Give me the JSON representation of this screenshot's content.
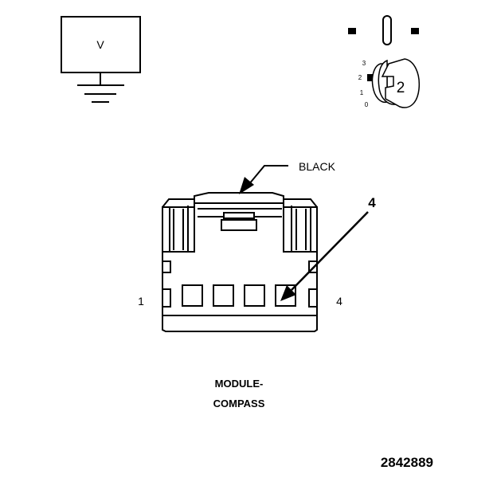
{
  "voltmeter": {
    "label": "V"
  },
  "ignition_switch": {
    "positions": [
      "3",
      "2",
      "1",
      "0"
    ],
    "key_position": "2"
  },
  "connector": {
    "color_label": "BLACK",
    "callout_pin": "4",
    "pin_start": "1",
    "pin_end": "4",
    "component_name_line1": "MODULE-",
    "component_name_line2": "COMPASS"
  },
  "figure_id": "2842889"
}
